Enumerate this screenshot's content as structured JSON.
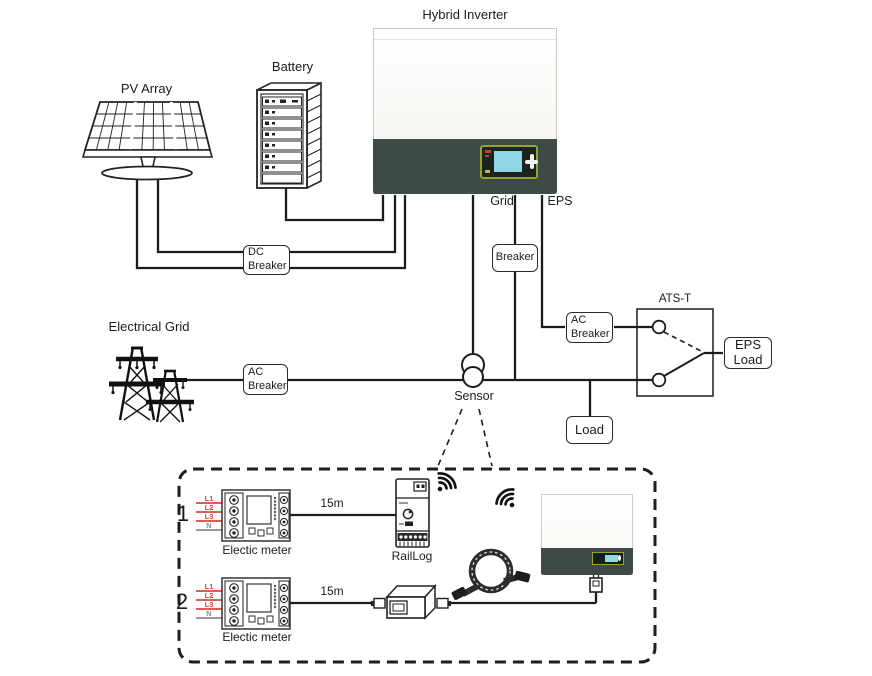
{
  "diagram": {
    "title": "Hybrid Inverter",
    "components": {
      "pv_array": "PV Array",
      "battery": "Battery",
      "electrical_grid": "Electrical Grid",
      "sensor": "Sensor",
      "ats": "ATS-T",
      "raillog": "RailLog"
    },
    "ports": {
      "grid": "Grid",
      "eps": "EPS"
    },
    "breakers": {
      "dc": {
        "line1": "DC",
        "line2": "Breaker"
      },
      "grid_internal": "Breaker",
      "ac_grid": {
        "line1": "AC",
        "line2": "Breaker"
      },
      "ac_eps": {
        "line1": "AC",
        "line2": "Breaker"
      }
    },
    "loads": {
      "load": "Load",
      "eps_load": {
        "line1": "EPS",
        "line2": "Load"
      }
    },
    "meter_rows": [
      {
        "num": "1",
        "meter_label": "Electic meter",
        "cable_length": "15m"
      },
      {
        "num": "2",
        "meter_label": "Electic meter",
        "cable_length": "15m"
      }
    ],
    "phase_labels": [
      "L1",
      "L2",
      "L3",
      "N"
    ],
    "colors": {
      "wire": "#1c1c1c",
      "phase_live": "#d9453c",
      "phase_neutral": "#8d8d8d",
      "inverter_panel": "#3d4a46",
      "display_bezel": "#94a32e",
      "display_screen": "#8fd7e6"
    }
  }
}
